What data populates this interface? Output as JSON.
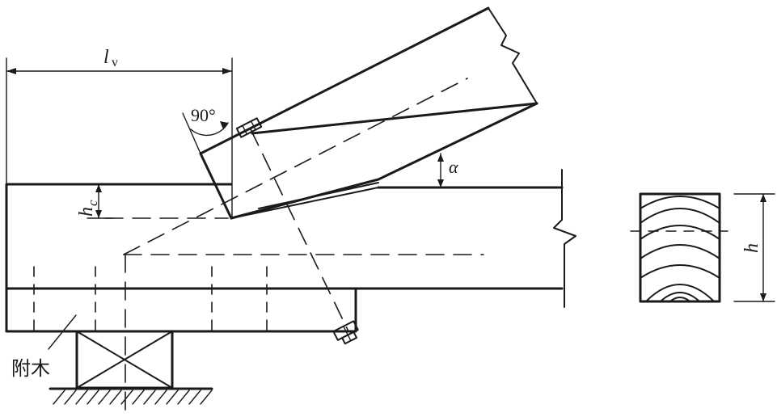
{
  "labels": {
    "lv_main": "l",
    "lv_sub": "v",
    "angle_90": "90°",
    "alpha": "α",
    "hc_main": "h",
    "hc_sub": "c",
    "h": "h",
    "bolster": "附木"
  },
  "colors": {
    "line": "#1a1a1a",
    "background": "#ffffff"
  }
}
